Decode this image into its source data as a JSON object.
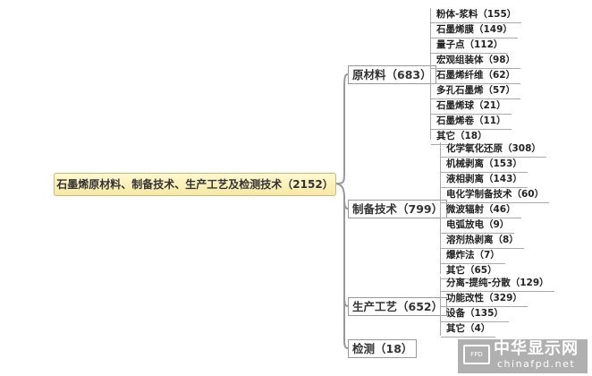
{
  "root": "石墨烯原材料、制备技术、生产工艺及检测技术（2152）",
  "branches": [
    {
      "label": "原材料（683）",
      "leaves": [
        "粉体-浆料（155）",
        "石墨烯膜（149）",
        "量子点（112）",
        "宏观组装体（98）",
        "石墨烯纤维（62）",
        "多孔石墨烯（57）",
        "石墨烯球（21）",
        "石墨烯卷（11）",
        "其它（18）"
      ]
    },
    {
      "label": "制备技术（799）",
      "leaves": [
        "化学氧化还原（308）",
        "机械剥离（153）",
        "液相剥离（143）",
        "电化学制备技术（60）",
        "微波辐射（46）",
        "电弧放电（9）",
        "溶剂热剥离（8）",
        "爆炸法（7）",
        "其它（65）"
      ]
    },
    {
      "label": "生产工艺（652）",
      "leaves": [
        "分离-提纯-分散（129）",
        "功能改性（329）",
        "设备（135）",
        "其它（4）"
      ]
    },
    {
      "label": "检测（18）",
      "leaves": []
    }
  ],
  "watermark": {
    "cn": "中华显示网",
    "en": "chinafpd.net",
    "badge": "FPD"
  }
}
